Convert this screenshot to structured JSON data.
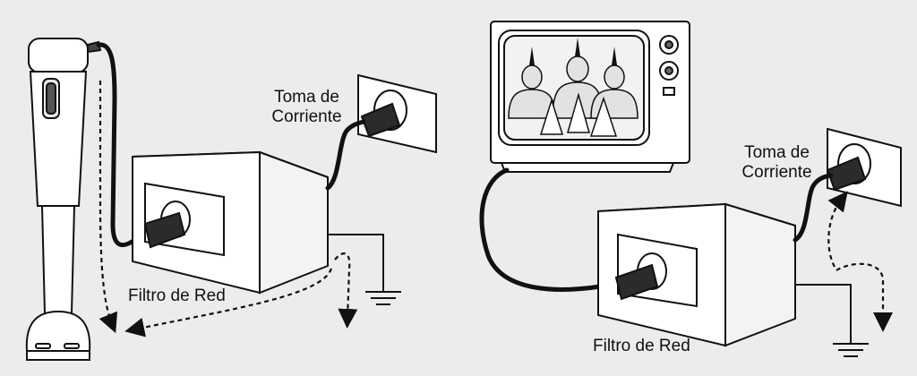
{
  "labels": {
    "left_outlet": [
      "Toma de",
      "Corriente"
    ],
    "right_outlet": [
      "Toma de",
      "Corriente"
    ],
    "left_filter": "Filtro de Red",
    "right_filter": "Filtro de Red"
  },
  "colors": {
    "background": "#ececec",
    "line": "#111111",
    "box_front": "#ffffff",
    "box_side": "#f3f3f3",
    "box_top": "#f7f7f7",
    "plug": "#2b2b2b"
  },
  "icons": [
    "hand-blender-icon",
    "television-icon",
    "wall-outlet-icon",
    "line-filter-box-icon",
    "ground-symbol-icon"
  ]
}
